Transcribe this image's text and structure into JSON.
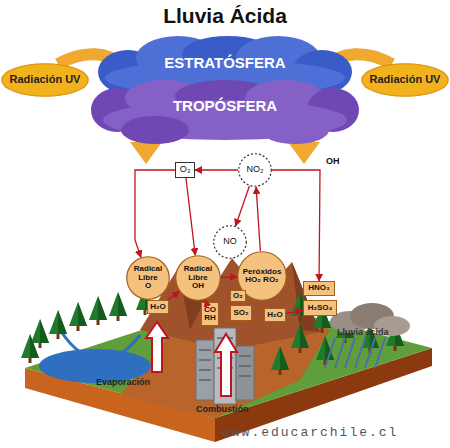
{
  "diagram": {
    "title": "Lluvia Ácida",
    "nodes": [
      {
        "text": [
          "Radiación UV"
        ]
      },
      {
        "text": [
          "Radiación UV"
        ]
      },
      {
        "text": [
          "ESTRATÓSFERA"
        ]
      },
      {
        "text": [
          "TROPÓSFERA"
        ]
      },
      {
        "text": [
          "O₃"
        ]
      },
      {
        "text": [
          "NO₂"
        ]
      },
      {
        "text": [
          "NO"
        ]
      },
      {
        "text": [
          "Radical Libre",
          "O"
        ]
      },
      {
        "text": [
          "Radical Libre",
          "OH"
        ]
      },
      {
        "text": [
          "Peróxidos",
          "HO₂ RO₂"
        ]
      },
      {
        "text": [
          "H₂O"
        ]
      },
      {
        "text": [
          "CO RH"
        ]
      },
      {
        "text": [
          "O₂"
        ]
      },
      {
        "text": [
          "SO₂"
        ]
      },
      {
        "text": [
          "H₂O"
        ]
      },
      {
        "text": [
          "HNO₃"
        ]
      },
      {
        "text": [
          "H₂SO₄"
        ]
      }
    ],
    "edges": [
      {
        "from": 4,
        "to": 7,
        "arrow": "to"
      },
      {
        "from": 4,
        "to": 8,
        "arrow": "to"
      },
      {
        "from": 5,
        "to": 4,
        "arrow": "to"
      },
      {
        "from": 5,
        "to": 6,
        "arrow": "to"
      },
      {
        "from": 9,
        "to": 5,
        "arrow": "to"
      },
      {
        "from": 8,
        "to": 9,
        "arrow": "to"
      },
      {
        "from": 10,
        "to": 8,
        "arrow": "to"
      },
      {
        "from": 11,
        "to": 8,
        "arrow": "to"
      },
      {
        "from": 5,
        "to": 15,
        "label": "OH",
        "arrow": "to"
      },
      {
        "from": 14,
        "to": 16,
        "arrow": "to"
      }
    ],
    "labels": [
      "Lluvia ácida",
      "Evaporación",
      "Combustión",
      "www.educarchile.cl"
    ]
  }
}
